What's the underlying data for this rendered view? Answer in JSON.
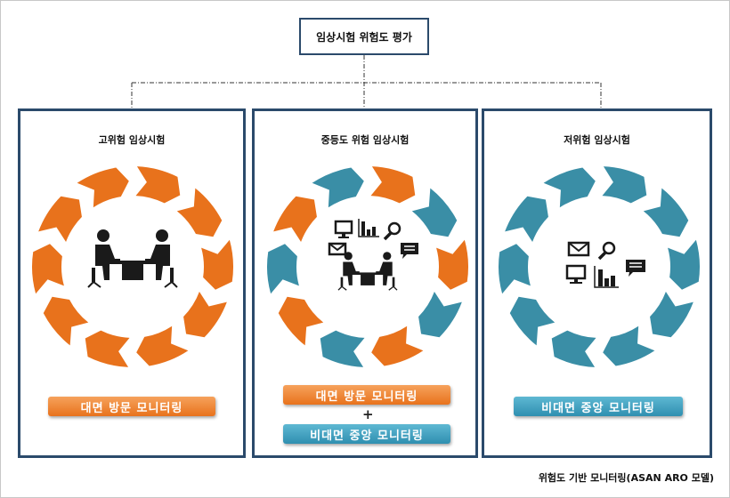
{
  "title": "임상시험 위험도 평가",
  "colors": {
    "orange": "#e8721c",
    "teal": "#3a8ea6",
    "border": "#2b4a6b",
    "icon": "#1a1a1a"
  },
  "panels": [
    {
      "title": "고위험 임상시험",
      "ring": "all-orange",
      "icons": [
        "meeting-icon"
      ],
      "labels": [
        {
          "text": "대면 방문 모니터링",
          "color": "orange"
        }
      ]
    },
    {
      "title": "중등도 위험 임상시험",
      "ring": "alternating",
      "icons": [
        "monitor-icon",
        "bar-chart-icon",
        "magnifier-icon",
        "envelope-icon",
        "chat-icon",
        "meeting-icon"
      ],
      "labels": [
        {
          "text": "대면 방문 모니터링",
          "color": "orange"
        },
        {
          "text": "비대면 중앙 모니터링",
          "color": "teal"
        }
      ],
      "joiner": "+"
    },
    {
      "title": "저위험 임상시험",
      "ring": "all-teal",
      "icons": [
        "envelope-icon",
        "magnifier-icon",
        "monitor-icon",
        "bar-chart-icon",
        "chat-icon"
      ],
      "labels": [
        {
          "text": "비대면 중앙 모니터링",
          "color": "teal"
        }
      ]
    }
  ],
  "caption": "위험도 기반 모니터링(ASAN ARO 모델)"
}
